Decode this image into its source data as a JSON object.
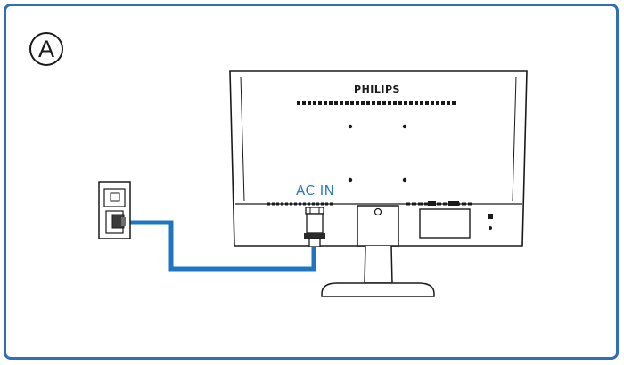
{
  "step": {
    "label": "A"
  },
  "monitor": {
    "brand": "PHILIPS"
  },
  "connector": {
    "label": "AC IN"
  },
  "colors": {
    "frame": "#2f6fb3",
    "cable": "#1f74c4",
    "label": "#2b7bc3",
    "line": "#1a1a1a"
  }
}
